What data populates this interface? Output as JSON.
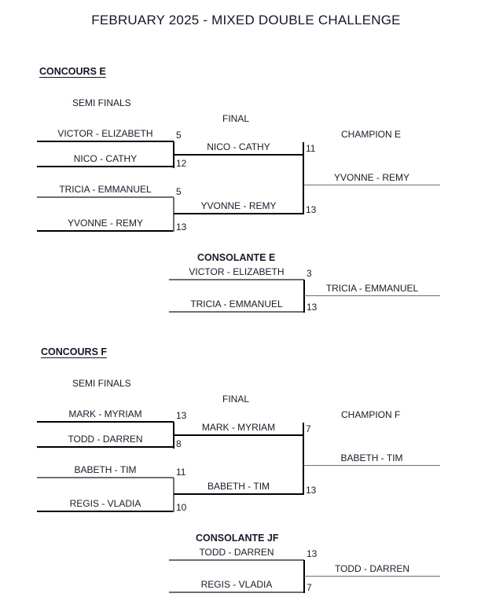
{
  "document": {
    "title": "FEBRUARY 2025 - MIXED DOUBLE CHALLENGE"
  },
  "labels": {
    "semi_finals": "SEMI FINALS",
    "final": "FINAL",
    "concours_e": "CONCOURS E",
    "concours_f": "CONCOURS F",
    "champion_e": "CHAMPION E",
    "champion_f": "CHAMPION F",
    "consolante_e": "CONSOLANTE E",
    "consolante_jf": "CONSOLANTE JF"
  },
  "concours_e": {
    "semi_finals": [
      {
        "team": "VICTOR - ELIZABETH",
        "score": "5"
      },
      {
        "team": "NICO - CATHY",
        "score": "12"
      },
      {
        "team": "TRICIA - EMMANUEL",
        "score": "5"
      },
      {
        "team": "YVONNE - REMY",
        "score": "13"
      }
    ],
    "final": [
      {
        "team": "NICO - CATHY",
        "score": "11"
      },
      {
        "team": "YVONNE - REMY",
        "score": "13"
      }
    ],
    "champion": "YVONNE - REMY",
    "consolante": {
      "matches": [
        {
          "team": "VICTOR - ELIZABETH",
          "score": "3"
        },
        {
          "team": "TRICIA - EMMANUEL",
          "score": "13"
        }
      ],
      "winner": "TRICIA - EMMANUEL"
    }
  },
  "concours_f": {
    "semi_finals": [
      {
        "team": "MARK - MYRIAM",
        "score": "13"
      },
      {
        "team": "TODD - DARREN",
        "score": "8"
      },
      {
        "team": "BABETH - TIM",
        "score": "11"
      },
      {
        "team": "REGIS - VLADIA",
        "score": "10"
      }
    ],
    "final": [
      {
        "team": "MARK - MYRIAM",
        "score": "7"
      },
      {
        "team": "BABETH - TIM",
        "score": "13"
      }
    ],
    "champion": "BABETH - TIM",
    "consolante": {
      "matches": [
        {
          "team": "TODD - DARREN",
          "score": "13"
        },
        {
          "team": "REGIS - VLADIA",
          "score": "7"
        }
      ],
      "winner": "TODD - DARREN"
    }
  }
}
